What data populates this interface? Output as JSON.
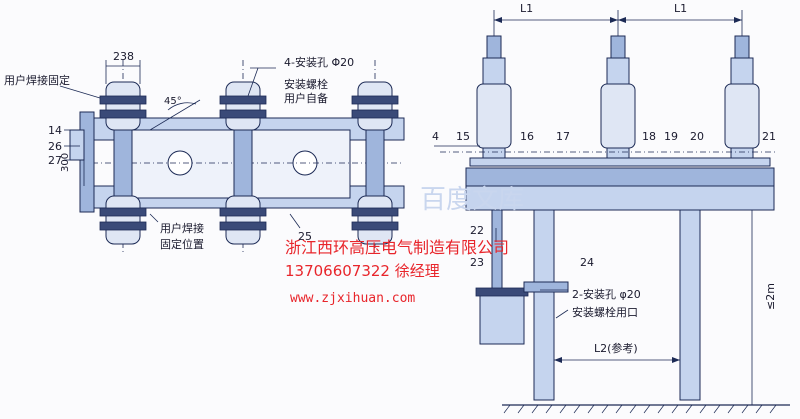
{
  "dimensions": {
    "dim_238": "238",
    "dim_300": "300",
    "angle_45": "45°",
    "l1_left": "L1",
    "l1_right": "L1",
    "l2": "L2(参考)",
    "height": "≤2m"
  },
  "labels": {
    "user_weld_fix": "用户焊接固定",
    "mount_hole_4": "4-安装孔 Φ20",
    "mount_bolt": "安装螺栓",
    "user_supply": "用户自备",
    "user_weld": "用户焊接",
    "fix_position": "固定位置",
    "mount_hole_2": "2-安装孔 φ20",
    "bolt_port": "安装螺栓用口"
  },
  "part_numbers": {
    "p14": "14",
    "p26": "26",
    "p27": "27",
    "p25": "25",
    "p4": "4",
    "p15": "15",
    "p16": "16",
    "p17": "17",
    "p18": "18",
    "p19": "19",
    "p20": "20",
    "p21": "21",
    "p22": "22",
    "p23": "23",
    "p24": "24"
  },
  "watermark": {
    "company": "浙江西环高压电气制造有限公司",
    "phone": "13706607322 徐经理",
    "url": "www.zjxihuan.com",
    "ghost": "百度文库"
  }
}
